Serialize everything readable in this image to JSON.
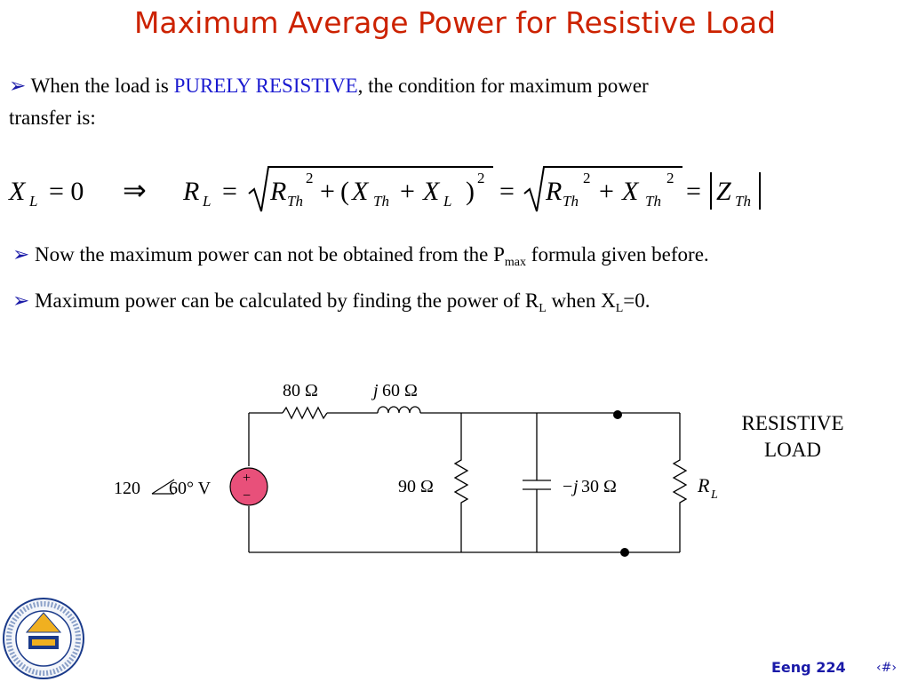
{
  "title": "Maximum Average Power for Resistive Load",
  "bullet1": {
    "text_before": "When the load is ",
    "highlight": "PURELY RESISTIVE",
    "text_after": ", the condition for maximum power",
    "line2": "transfer is:"
  },
  "equation": {
    "left": "X",
    "left_sub": "L",
    "left_val": "= 0",
    "implies": "⇒",
    "R": "R",
    "sub_L": "L",
    "sub_Th": "Th",
    "X": "X",
    "Z": "Z",
    "sq": "2"
  },
  "bullet2": {
    "text": "Now the maximum power can not be obtained from the P",
    "sub": "max",
    "text_after": " formula given before."
  },
  "bullet3": {
    "text": "Maximum power can be calculated by finding the power of R",
    "sub1": "L",
    "mid": " when X",
    "sub2": "L",
    "end": "=0."
  },
  "circuit": {
    "r1_label": "80 Ω",
    "l1_label_j": "j",
    "l1_label": "60 Ω",
    "source_label": "120",
    "source_angle": "60° V",
    "r2_label": "90 Ω",
    "c_label_prefix": "−",
    "c_label_j": "j",
    "c_label": "30 Ω",
    "rl_label": "R",
    "rl_sub": "L",
    "plus": "+",
    "minus": "−"
  },
  "load_label": {
    "line1": "RESISTIVE",
    "line2": "LOAD"
  },
  "footer": {
    "course": "Eeng 224",
    "page": "‹#›"
  },
  "colors": {
    "title": "#cc2200",
    "accent": "#1a1aa8",
    "source_fill": "#e8507a"
  }
}
